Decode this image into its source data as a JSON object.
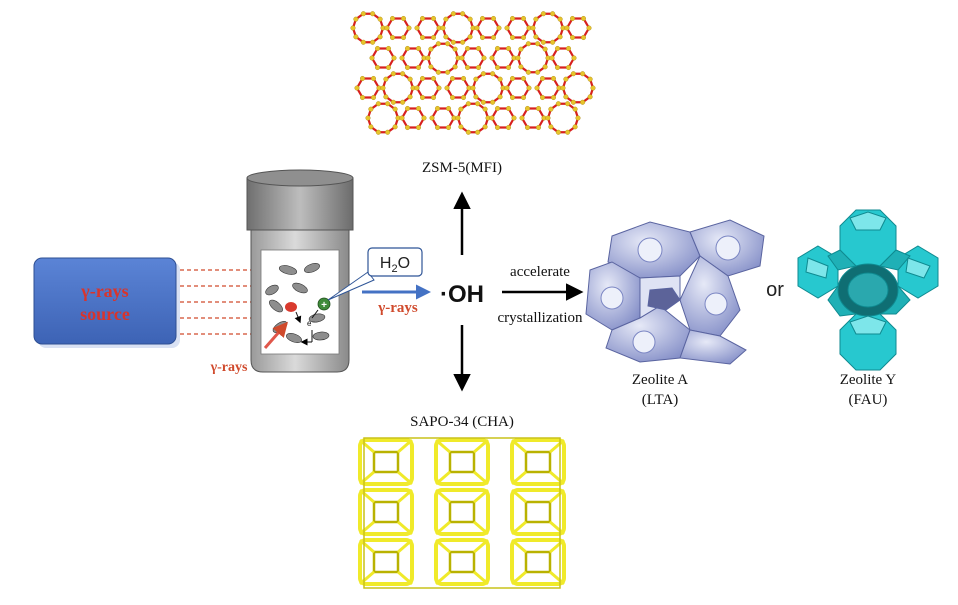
{
  "source_box": {
    "line1": "γ-rays",
    "line2": "source"
  },
  "vial": {
    "h2o_label": "H",
    "h2o_sub": "2",
    "h2o_tail": "O",
    "arrow_label": "γ-rays",
    "incident_label": "γ-rays",
    "electron_label": "e⁻",
    "plus_label": "+"
  },
  "radical": {
    "label": "·OH"
  },
  "arrow_right": {
    "top_label": "accelerate",
    "bottom_label": "crystallization"
  },
  "products": {
    "zsm5": {
      "label": "ZSM-5(MFI)"
    },
    "sapo34": {
      "label": "SAPO-34 (CHA)"
    },
    "zeolite_a": {
      "line1": "Zeolite A",
      "line2": "(LTA)"
    },
    "connector": "or",
    "zeolite_y": {
      "line1": "Zeolite Y",
      "line2": "(FAU)"
    }
  },
  "colors": {
    "source_fill": "#4a74c9",
    "source_text": "#d9342b",
    "gamma_red": "#d04a2c",
    "arrow_blue": "#4472c4",
    "mfi_bond": "#d8201e",
    "mfi_atom": "#e7c42b",
    "cha": "#f0ea2a",
    "lta": "#a9b2dc",
    "fau": "#27c8cf"
  }
}
